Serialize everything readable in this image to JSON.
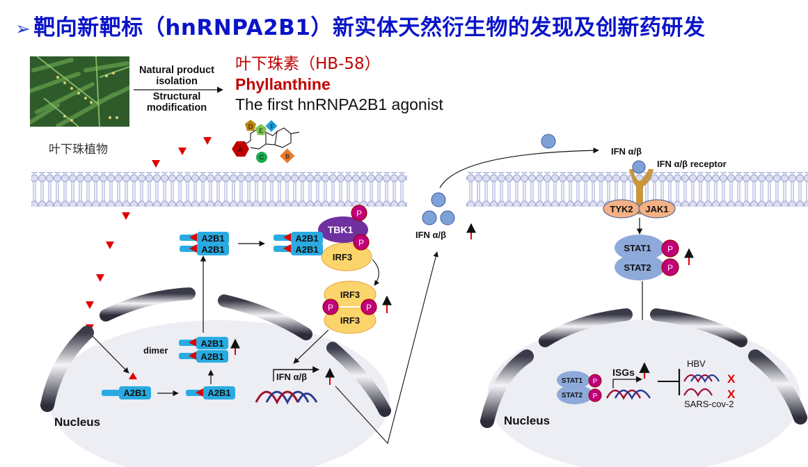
{
  "title": {
    "bullet": "➢",
    "text": "靶向新靶标（hnRNPA2B1）新实体天然衍生物的发现及创新药研发"
  },
  "plant": {
    "image_alt": "Phyllanthus plant photo",
    "label": "叶下珠植物"
  },
  "process": {
    "above_arrow_line1": "Natural product",
    "above_arrow_line2": "isolation",
    "below_arrow_line1": "Structural",
    "below_arrow_line2": "modification"
  },
  "compound": {
    "name_cn": "叶下珠素（HB-58）",
    "name_en": "Phyllanthine",
    "description": "The first hnRNPA2B1 agonist",
    "ring_labels": [
      "A",
      "B",
      "C",
      "D",
      "E",
      "F"
    ],
    "ring_colors": {
      "A": "#c00000",
      "B": "#e87a2a",
      "C": "#1aaa50",
      "D": "#b8860b",
      "E": "#7dc850",
      "F": "#1ea0e0"
    }
  },
  "left_pathway": {
    "protein": "A2B1",
    "dimer_label": "dimer",
    "kinase": "TBK1",
    "transcription_factor": "IRF3",
    "phospho": "P",
    "gene_label": "IFN α/β",
    "nucleus_label": "Nucleus",
    "secreted_label": "IFN α/β"
  },
  "right_pathway": {
    "ligand_label": "IFN α/β",
    "receptor_label": "IFN α/β receptor",
    "kinases": [
      "TYK2",
      "JAK1"
    ],
    "stat1": "STAT1",
    "stat2": "STAT2",
    "phospho": "P",
    "isg_label": "ISGs",
    "virus1": "HBV",
    "virus2": "SARS-cov-2",
    "blocked_mark": "X",
    "nucleus_label": "Nucleus"
  },
  "colors": {
    "title_blue": "#0a14c8",
    "accent_red": "#e00000",
    "a2b1_blue": "#29abe2",
    "tbk1_purple": "#7030a0",
    "irf3_yellow": "#fbd56b",
    "phospho_magenta": "#c0007a",
    "stat_blue": "#8eaadb",
    "kinase_peach": "#f4b183",
    "receptor_gold": "#c8963c",
    "membrane": "#b4b8e0",
    "nucleus_fill": "#ededf4"
  }
}
